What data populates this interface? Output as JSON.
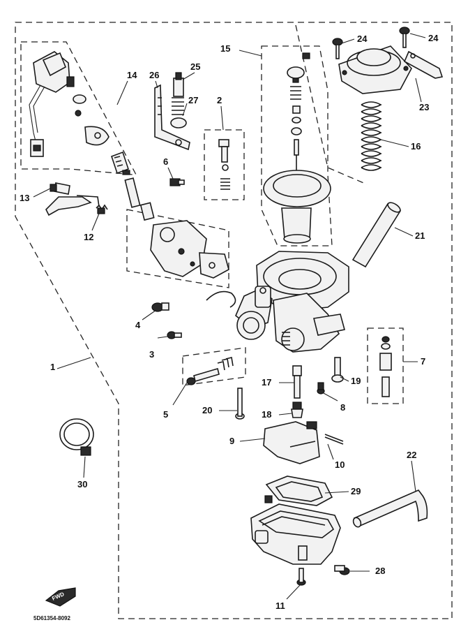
{
  "callouts": [
    {
      "id": "c1",
      "text": "1"
    },
    {
      "id": "c2",
      "text": "2"
    },
    {
      "id": "c3",
      "text": "3"
    },
    {
      "id": "c4",
      "text": "4"
    },
    {
      "id": "c5",
      "text": "5"
    },
    {
      "id": "c6",
      "text": "6"
    },
    {
      "id": "c7",
      "text": "7"
    },
    {
      "id": "c8",
      "text": "8"
    },
    {
      "id": "c9",
      "text": "9"
    },
    {
      "id": "c10",
      "text": "10"
    },
    {
      "id": "c11",
      "text": "11"
    },
    {
      "id": "c12",
      "text": "12"
    },
    {
      "id": "c13",
      "text": "13"
    },
    {
      "id": "c14",
      "text": "14"
    },
    {
      "id": "c15",
      "text": "15"
    },
    {
      "id": "c16",
      "text": "16"
    },
    {
      "id": "c17",
      "text": "17"
    },
    {
      "id": "c18",
      "text": "18"
    },
    {
      "id": "c19",
      "text": "19"
    },
    {
      "id": "c20",
      "text": "20"
    },
    {
      "id": "c21",
      "text": "21"
    },
    {
      "id": "c22",
      "text": "22"
    },
    {
      "id": "c23",
      "text": "23"
    },
    {
      "id": "c24a",
      "text": "24"
    },
    {
      "id": "c24b",
      "text": "24"
    },
    {
      "id": "c25",
      "text": "25"
    },
    {
      "id": "c26",
      "text": "26"
    },
    {
      "id": "c27",
      "text": "27"
    },
    {
      "id": "c28",
      "text": "28"
    },
    {
      "id": "c29",
      "text": "29"
    },
    {
      "id": "c30",
      "text": "30"
    }
  ],
  "fwd_badge": "FWD",
  "drawing_code": "5D61354-8092"
}
